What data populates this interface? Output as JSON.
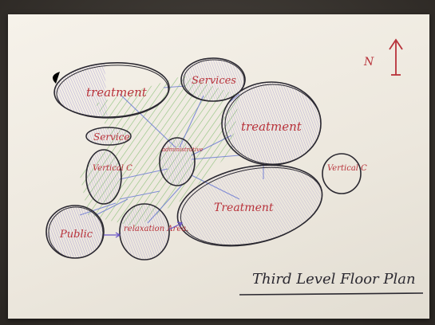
{
  "diagram": {
    "title": "Third Level Floor Plan",
    "north_label": "N",
    "bubbles": [
      {
        "id": "treatment-1",
        "label": "treatment"
      },
      {
        "id": "services",
        "label": "Services"
      },
      {
        "id": "treatment-2",
        "label": "treatment"
      },
      {
        "id": "service",
        "label": "Service"
      },
      {
        "id": "administrative",
        "label": "administrative"
      },
      {
        "id": "vertical-c-1",
        "label": "Vertical C"
      },
      {
        "id": "vertical-c-2",
        "label": "Vertical C"
      },
      {
        "id": "treatment-3",
        "label": "Treatment"
      },
      {
        "id": "public",
        "label": "Public"
      },
      {
        "id": "relaxation",
        "label": "relaxation Area."
      }
    ]
  },
  "colors": {
    "ink": "#2a2830",
    "label": "#b8323a",
    "purple": "#6a55c8",
    "green": "#5fae4a",
    "blue": "#6f7fd4"
  }
}
